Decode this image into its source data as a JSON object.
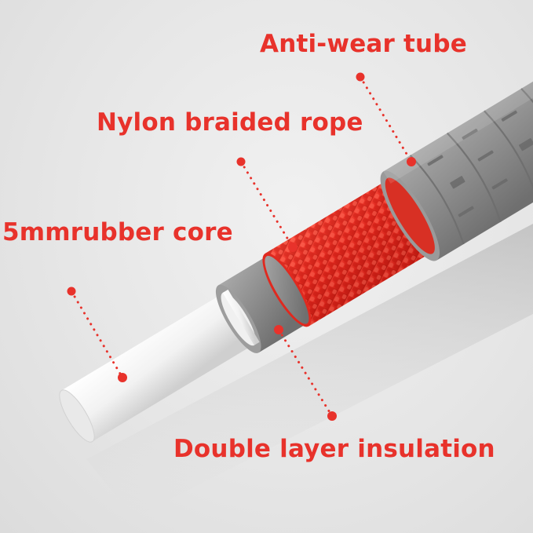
{
  "diagram": {
    "type": "product-cross-section",
    "subject": "layered cable",
    "accent_color": "#e8322b",
    "background_color": "#e8e8e8",
    "labels": [
      {
        "id": "anti-wear-tube",
        "text": "Anti-wear tube",
        "points_to": "outer grey ribbed tube"
      },
      {
        "id": "nylon-braided-rope",
        "text": "Nylon braided rope",
        "points_to": "red braided layer"
      },
      {
        "id": "rubber-core",
        "text": "5mmrubber core",
        "points_to": "white inner core"
      },
      {
        "id": "double-layer-insulation",
        "text": "Double layer insulation",
        "points_to": "grey insulation sleeve"
      }
    ],
    "layers": [
      {
        "name": "rubber core",
        "color": "#f4f4f4"
      },
      {
        "name": "insulation sleeve",
        "color": "#8e8e8e"
      },
      {
        "name": "nylon braid",
        "color": "#e0291f"
      },
      {
        "name": "anti-wear tube",
        "color": "#8a8a8a"
      }
    ]
  }
}
